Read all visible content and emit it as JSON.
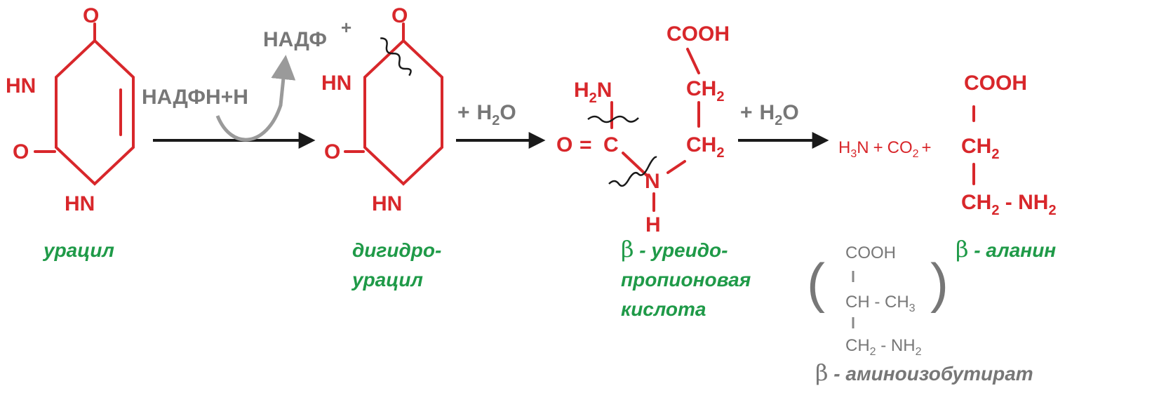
{
  "colors": {
    "structure": "#d8272b",
    "label": "#1f9a48",
    "cofactor": "#777777",
    "arrow": "#1a1a1a"
  },
  "uracil": {
    "o_top": "O",
    "hn_left": "HN",
    "o_left": "O",
    "hn_bottom": "HN",
    "name": "урацил"
  },
  "step1": {
    "cofactor_in": "НАДФН+Н",
    "cofactor_out": "НАДФ",
    "cofactor_out_charge": "+"
  },
  "dihydrouracil": {
    "o_top": "O",
    "hn_left": "HN",
    "o_left": "O",
    "hn_bottom": "HN",
    "name_line1": "дигидро-",
    "name_line2": "урацил"
  },
  "step2": {
    "plus": "+",
    "water_h": "H",
    "water_sub": "2",
    "water_o": "O"
  },
  "ureidopropionic": {
    "h2n_h": "H",
    "h2n_sub": "2",
    "h2n_n": "N",
    "o_eq": "O",
    "eq": "=",
    "c": "C",
    "n": "N",
    "h": "H",
    "cooh": "COOH",
    "ch2_a": "CH",
    "ch2_a_sub": "2",
    "ch2_b": "CH",
    "ch2_b_sub": "2",
    "beta": "β",
    "name_line1": " - уреидо-",
    "name_line2": "пропионовая",
    "name_line3": "кислота"
  },
  "step3": {
    "plus": "+",
    "water_h": "H",
    "water_sub": "2",
    "water_o": "O"
  },
  "products": {
    "h3n_h": "H",
    "h3n_sub": "3",
    "h3n_n": "N",
    "plus1": "+",
    "co2": "CO",
    "co2_sub": "2",
    "plus2": "+"
  },
  "alanine": {
    "cooh": "COOH",
    "ch2_a": "CH",
    "ch2_a_sub": "2",
    "ch2_b": "CH",
    "ch2_b_sub": "2",
    "dash": " - ",
    "nh2": "NH",
    "nh2_sub": "2",
    "beta": "β",
    "name": " - аланин"
  },
  "aminoisobutyrate": {
    "paren_open": "(",
    "paren_close": ")",
    "cooh": "COOH",
    "ch": "CH - CH",
    "ch_sub": "3",
    "ch2": "CH",
    "ch2_sub": "2",
    "nh2": " - NH",
    "nh2_sub": "2",
    "beta": "β",
    "name": " - аминоизобутират"
  }
}
